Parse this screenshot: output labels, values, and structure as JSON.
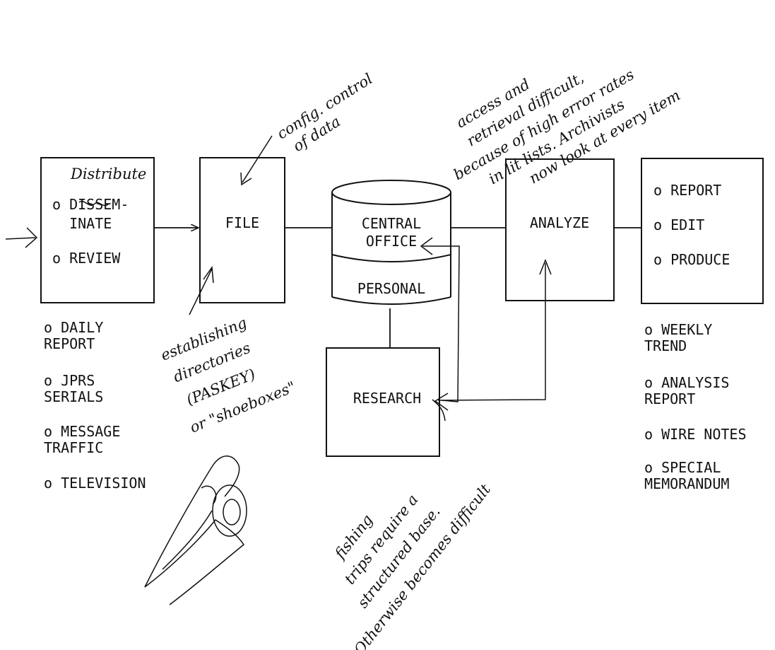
{
  "process": {
    "intake": {
      "line1": "o DISSEM-",
      "line2": "  INATE",
      "line3": "o REVIEW"
    },
    "file": "FILE",
    "database": {
      "top_line1": "CENTRAL",
      "top_line2": "OFFICE",
      "bottom": "PERSONAL"
    },
    "research": "RESEARCH",
    "analyze": "ANALYZE",
    "output": {
      "item1": "o REPORT",
      "item2": "o EDIT",
      "item3": "o PRODUCE"
    }
  },
  "inputs": {
    "i1_l1": "o DAILY",
    "i1_l2": "  REPORT",
    "i2_l1": "o JPRS",
    "i2_l2": "  SERIALS",
    "i3_l1": "o MESSAGE",
    "i3_l2": "  TRAFFIC",
    "i4_l1": "o TELEVISION"
  },
  "outputs": {
    "o1_l1": "o WEEKLY",
    "o1_l2": "  TREND",
    "o2_l1": "o ANALYSIS",
    "o2_l2": "  REPORT",
    "o3_l1": "o WIRE NOTES",
    "o4_l1": "o SPECIAL",
    "o4_l2": "  MEMORANDUM"
  },
  "annotations": {
    "distribute": "Distribute",
    "config_l1": "config. control",
    "config_l2": "of data",
    "access_l1": "access and",
    "access_l2": "retrieval difficult,",
    "access_l3": "because of high error rates",
    "access_l4": "in lit lists. Archivists",
    "access_l5": "now look at every item",
    "directories_l1": "establishing",
    "directories_l2": "directories",
    "directories_l3": "(PASKEY)",
    "directories_l4": "or \"shoeboxes\"",
    "fishing_l1": "fishing",
    "fishing_l2": "trips require a",
    "fishing_l3": "structured base.",
    "fishing_l4": "Otherwise becomes difficult"
  }
}
